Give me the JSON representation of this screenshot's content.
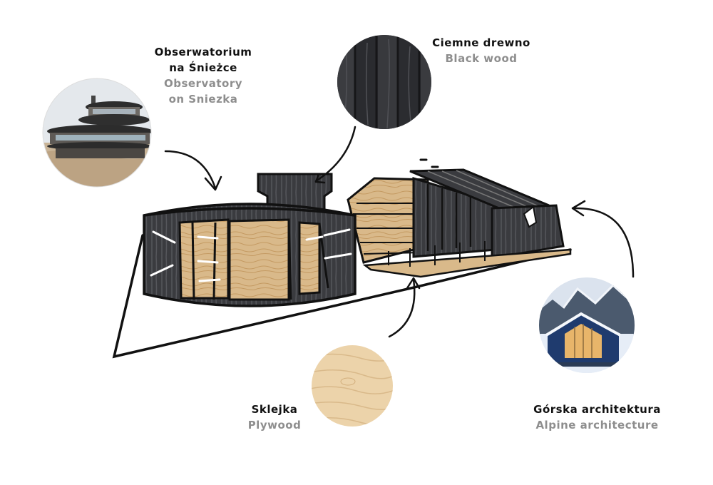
{
  "labels": {
    "observatory": {
      "pl_line1": "Obserwatorium",
      "pl_line2": "na Śnieżce",
      "en_line1": "Observatory",
      "en_line2": "on Sniezka"
    },
    "black_wood": {
      "pl": "Ciemne drewno",
      "en": "Black wood"
    },
    "plywood": {
      "pl": "Sklejka",
      "en": "Plywood"
    },
    "alpine": {
      "pl": "Górska architektura",
      "en": "Alpine architecture"
    }
  },
  "colors": {
    "ink": "#111111",
    "caption_gray": "#8e8e8e",
    "dark_wood": "#3a3b3f",
    "plywood": "#d9b98a",
    "plywood_light": "#ecd3aa",
    "sky": "#dfe6ee",
    "snow": "#e8eef7",
    "night_blue": "#1f3b6e"
  }
}
